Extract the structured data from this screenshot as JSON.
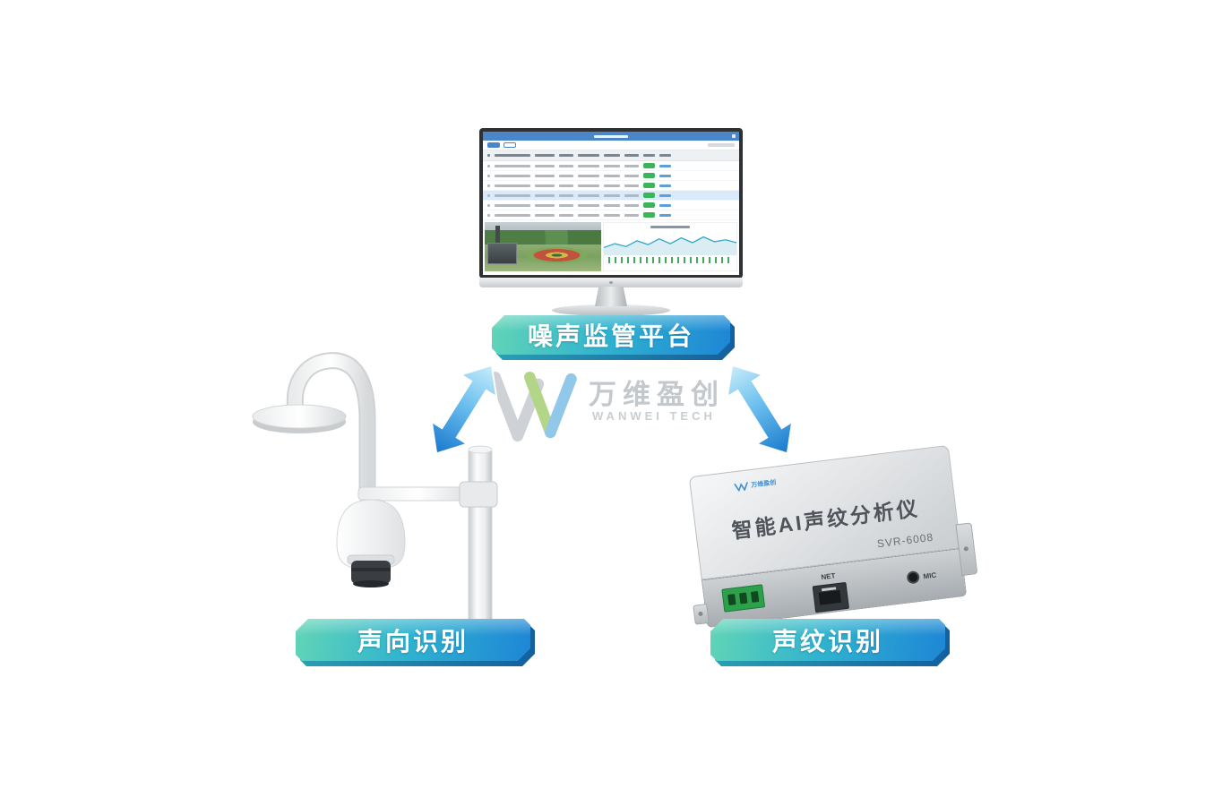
{
  "platform": {
    "banner_label": "噪声监管平台"
  },
  "sound_direction": {
    "banner_label": "声向识别"
  },
  "voiceprint": {
    "banner_label": "声纹识别",
    "device_title": "智能AI声纹分析仪",
    "device_model": "SVR-6008",
    "net_port_label": "NET",
    "mic_port_label": "MIC",
    "brand_label": "万维盈创"
  },
  "watermark": {
    "brand_cn": "万维盈创",
    "brand_en": "WANWEI TECH"
  },
  "monitor": {
    "table_rows": 6,
    "highlighted_row": 4
  },
  "colors": {
    "banner_gradient_start": "#62d5b6",
    "banner_gradient_end": "#1e86d6",
    "arrow_light": "#c8ecfa",
    "arrow_dark": "#1878cd",
    "badge_green": "#3cb45a",
    "dashboard_header_blue": "#4a86c8"
  }
}
